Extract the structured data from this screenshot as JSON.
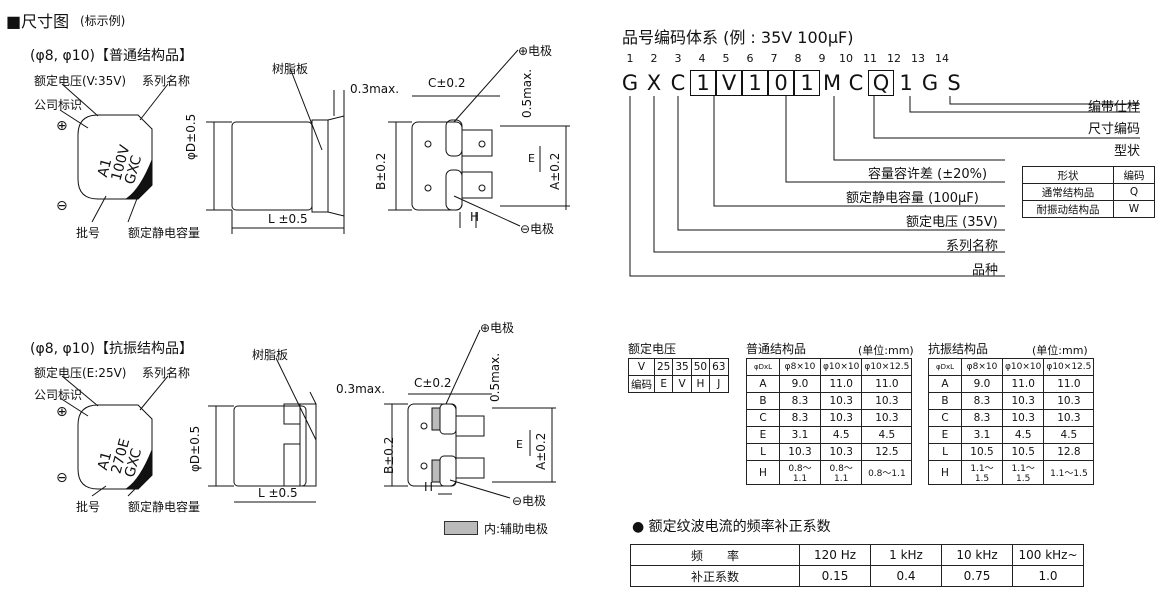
{
  "section_title": "■尺寸图",
  "section_sub": "(标示例)",
  "upper": {
    "title": "(φ8, φ10)【普通结构品】",
    "label_rated_voltage": "额定电压(V:35V)",
    "label_series_name": "系列名称",
    "label_company_mark": "公司标识",
    "label_resin_plate": "树脂板",
    "label_lot": "批号",
    "label_rated_cap": "额定静电容量",
    "cap_text": [
      "A1",
      "100V",
      "GXC"
    ],
    "dim_03max": "0.3max.",
    "dim_c": "C±0.2",
    "dim_05max": "0.5max.",
    "dim_plus": "⊕电极",
    "dim_minus": "⊖电极",
    "dim_phiD": "φD±0.5",
    "dim_L": "L ±0.5",
    "dim_B": "B±0.2",
    "dim_A": "A±0.2",
    "dim_E": "E",
    "dim_H": "H",
    "plus": "⊕",
    "minus": "⊖"
  },
  "lower": {
    "title": "(φ8, φ10)【抗振结构品】",
    "label_rated_voltage": "额定电压(E:25V)",
    "label_series_name": "系列名称",
    "label_company_mark": "公司标识",
    "label_resin_plate": "树脂板",
    "label_lot": "批号",
    "label_rated_cap": "额定静电容量",
    "cap_text": [
      "A1",
      "270E",
      "GXC"
    ],
    "dim_03max": "0.3max.",
    "dim_c": "C±0.2",
    "dim_05max": "0.5max.",
    "dim_plus": "⊕电极",
    "dim_minus": "⊖电极",
    "dim_phiD": "φD±0.5",
    "dim_L": "L ±0.5",
    "dim_B": "B±0.2",
    "dim_A": "A±0.2",
    "dim_E": "E",
    "dim_H": "H",
    "legend_aux": "内:辅助电极",
    "plus": "⊕",
    "minus": "⊖"
  },
  "part_code": {
    "title": "品号编码体系 (例 : 35V 100μF)",
    "positions": [
      "1",
      "2",
      "3",
      "4",
      "5",
      "6",
      "7",
      "8",
      "9",
      "10",
      "11",
      "12",
      "13",
      "14"
    ],
    "chars": [
      "G",
      "X",
      "C",
      "1",
      "V",
      "1",
      "0",
      "1",
      "M",
      "C",
      "Q",
      "1",
      "G",
      "S"
    ],
    "labels": {
      "taping": "编带仕样",
      "size_code": "尺寸编码",
      "type": "型状",
      "tolerance": "容量容许差 (±20%)",
      "capacitance": "额定静电容量 (100μF)",
      "voltage": "额定电压 (35V)",
      "series": "系列名称",
      "variety": "品种"
    },
    "shape_table": {
      "headers": [
        "形状",
        "编码"
      ],
      "rows": [
        [
          "通常结构品",
          "Q"
        ],
        [
          "耐振动结构品",
          "W"
        ]
      ]
    }
  },
  "voltage_table": {
    "title": "额定电压",
    "rows": [
      [
        "V",
        "25",
        "35",
        "50",
        "63"
      ],
      [
        "编码",
        "E",
        "V",
        "H",
        "J"
      ]
    ]
  },
  "normal_table": {
    "title": "普通结构品",
    "unit": "(单位:mm)",
    "corner": "φDxL",
    "headers": [
      "φ8×10",
      "φ10×10",
      "φ10×12.5"
    ],
    "rows": [
      [
        "A",
        "9.0",
        "11.0",
        "11.0"
      ],
      [
        "B",
        "8.3",
        "10.3",
        "10.3"
      ],
      [
        "C",
        "8.3",
        "10.3",
        "10.3"
      ],
      [
        "E",
        "3.1",
        "4.5",
        "4.5"
      ],
      [
        "L",
        "10.3",
        "10.3",
        "12.5"
      ],
      [
        "H",
        "0.8～1.1",
        "0.8～1.1",
        "0.8～1.1"
      ]
    ]
  },
  "vib_table": {
    "title": "抗振结构品",
    "unit": "(单位:mm)",
    "corner": "φDxL",
    "headers": [
      "φ8×10",
      "φ10×10",
      "φ10×12.5"
    ],
    "rows": [
      [
        "A",
        "9.0",
        "11.0",
        "11.0"
      ],
      [
        "B",
        "8.3",
        "10.3",
        "10.3"
      ],
      [
        "C",
        "8.3",
        "10.3",
        "10.3"
      ],
      [
        "E",
        "3.1",
        "4.5",
        "4.5"
      ],
      [
        "L",
        "10.5",
        "10.5",
        "12.8"
      ],
      [
        "H",
        "1.1～1.5",
        "1.1～1.5",
        "1.1～1.5"
      ]
    ]
  },
  "ripple": {
    "title": "● 额定纹波电流的频率补正系数",
    "rows": [
      [
        "频　　率",
        "120 Hz",
        "1 kHz",
        "10 kHz",
        "100 kHz~"
      ],
      [
        "补正系数",
        "0.15",
        "0.4",
        "0.75",
        "1.0"
      ]
    ]
  }
}
